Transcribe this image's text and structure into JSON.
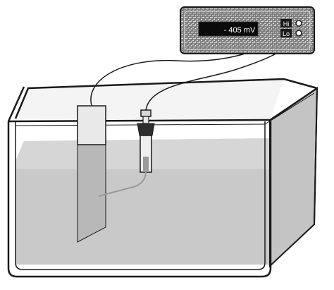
{
  "meter": {
    "reading": "- 405 mV",
    "terminal_hi": "Hi",
    "terminal_lo": "Lo"
  },
  "colors": {
    "outline": "#1a1a1a",
    "water": "#c9c9c9",
    "water_surface": "#d9d9d9",
    "tank_side": "#c4c4c4",
    "tank_back_wall": "#f4f4f4",
    "meter_case": "#6e6e6e",
    "meter_display": "#0a0a0a",
    "display_text": "#ffffff",
    "electrode_plate": "#e9e9e9",
    "reference_cap": "#2e2e2e"
  }
}
